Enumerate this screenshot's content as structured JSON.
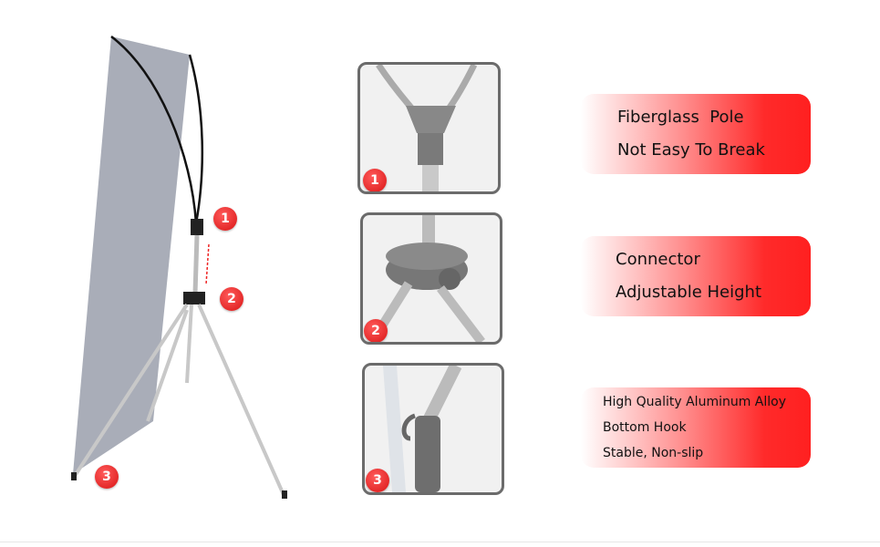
{
  "callouts": {
    "one": "1",
    "two": "2",
    "three": "3"
  },
  "features": [
    {
      "lines": [
        "Fiberglass  Pole",
        "Not Easy To Break"
      ]
    },
    {
      "lines": [
        "Connector",
        "Adjustable Height"
      ]
    },
    {
      "lines": [
        "High Quality Aluminum Alloy",
        "Bottom Hook",
        "Stable, Non-slip"
      ]
    }
  ],
  "colors": {
    "accent": "#ff2020",
    "banner": "#a9adb8",
    "frame": "#6b6b6b"
  }
}
